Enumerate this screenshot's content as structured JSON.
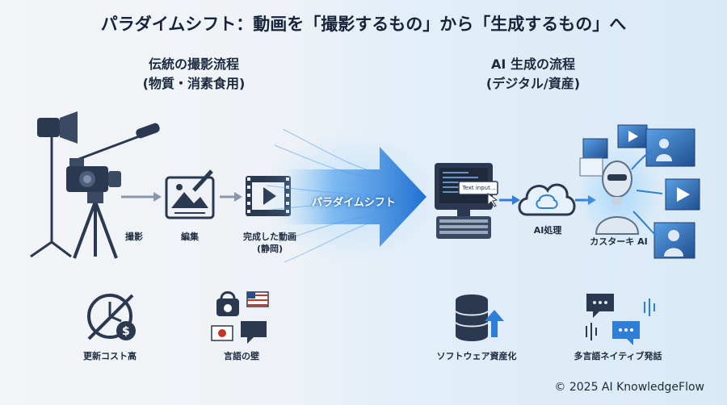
{
  "title": "パラダイムシフト：動画を「撮影するもの」から「生成するもの」へ",
  "left": {
    "title_line1": "伝統の撮影流程",
    "title_line2": "(物質・消素食用)",
    "steps": [
      "撮影",
      "編集",
      "完成した動画",
      "(静岡)"
    ],
    "issues": [
      "更新コスト高",
      "言語の壁"
    ]
  },
  "center": {
    "arrow_label": "パラダイムシフト"
  },
  "right": {
    "title_line1": "AI 生成の流程",
    "title_line2": "(デジタル/資産)",
    "text_input": "Text input...",
    "steps": [
      "AI処理",
      "カスターキ AI"
    ],
    "benefits": [
      "ソフトウェア資産化",
      "多言語ネイティブ発話"
    ]
  },
  "copyright": "© 2025 AI KnowledgeFlow",
  "colors": {
    "accent": "#2f7fd8",
    "dark": "#2b3950",
    "bg_right": "#d9eaf7"
  }
}
